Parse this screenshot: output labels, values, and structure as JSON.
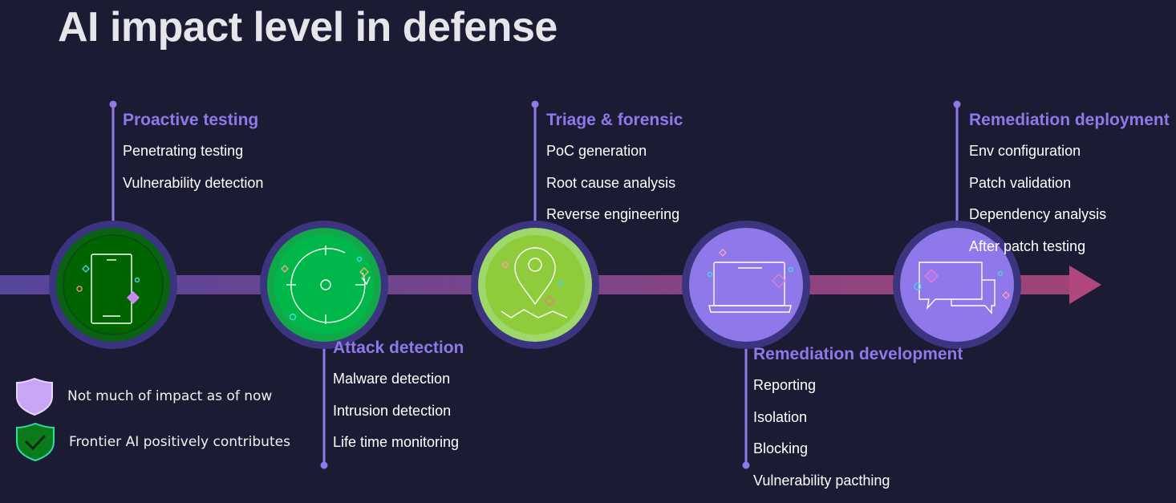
{
  "title": "AI impact level in defense",
  "colors": {
    "background": "#1b1c33",
    "accent_purple": "#8f78ea",
    "positive_green": "#0a7a1a",
    "arrow_start": "#5b4aa8",
    "arrow_end": "#b0487e"
  },
  "stages": [
    {
      "title": "Proactive testing",
      "items": [
        "Penetrating testing",
        "Vulnerability detection"
      ],
      "impact": "positive",
      "icon": "smartphone-icon"
    },
    {
      "title": "Attack detection",
      "items": [
        "Malware detection",
        "Intrusion detection",
        "Life time monitoring"
      ],
      "impact": "positive",
      "icon": "radar-icon"
    },
    {
      "title": "Triage & forensic",
      "items": [
        "PoC generation",
        "Root cause analysis",
        "Reverse engineering"
      ],
      "impact": "positive",
      "icon": "map-pin-icon"
    },
    {
      "title": "Remediation development",
      "items": [
        "Reporting",
        "Isolation",
        "Blocking",
        "Vulnerability pacthing"
      ],
      "impact": "low",
      "icon": "laptop-icon"
    },
    {
      "title": "Remediation deployment",
      "items": [
        "Env configuration",
        "Patch validation",
        "Dependency analysis",
        "After patch testing"
      ],
      "impact": "low",
      "icon": "chat-bubbles-icon"
    }
  ],
  "legend": [
    {
      "label": "Not much of impact as of now",
      "icon": "shield-icon",
      "color": "#c9a6f5"
    },
    {
      "label": "Frontier AI positively contributes",
      "icon": "shield-check-icon",
      "color": "#0a7a1a"
    }
  ]
}
